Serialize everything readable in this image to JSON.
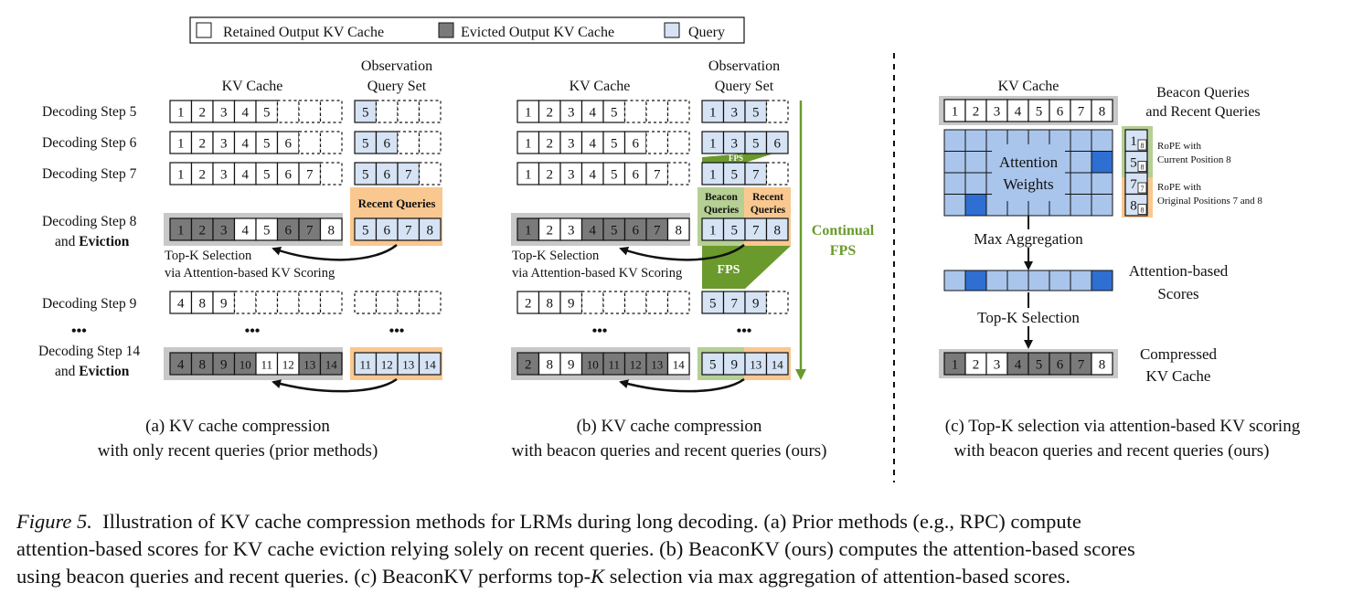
{
  "legend": {
    "retained": "Retained Output KV Cache",
    "evicted": "Evicted Output KV Cache",
    "query": "Query"
  },
  "colors": {
    "retained": "#ffffff",
    "evicted": "#7a7a7a",
    "query": "#d6e3f4",
    "highlight_gray": "#c8c8c8",
    "recent_orange": "#f9c890",
    "beacon_green": "#b5cf94",
    "fps_green": "#6a9a2c",
    "attn_light": "#a9c5ec",
    "attn_dark": "#2f6fd1"
  },
  "headers": {
    "kv_cache": "KV Cache",
    "obs_line1": "Observation",
    "obs_line2": "Query Set"
  },
  "steps": {
    "s5": "Decoding Step 5",
    "s6": "Decoding Step 6",
    "s7": "Decoding Step 7",
    "s8_l1": "Decoding Step 8",
    "s8_l2_pre": "and ",
    "s8_l2_bold": "Eviction",
    "s9": "Decoding Step 9",
    "s14_l1": "Decoding Step 14",
    "s14_l2_pre": "and ",
    "s14_l2_bold": "Eviction",
    "dots": "•••"
  },
  "labels": {
    "recent_queries": "Recent Queries",
    "beacon_l1": "Beacon",
    "beacon_l2": "Queries",
    "recent_l1": "Recent",
    "recent_l2": "Queries",
    "topk_l1": "Top-K Selection",
    "topk_l2": "via Attention-based KV Scoring",
    "fps": "FPS",
    "continual_l1": "Continual",
    "continual_l2": "FPS"
  },
  "panel_a": {
    "caption_l1": "(a) KV cache compression",
    "caption_l2": "with only recent queries (prior methods)",
    "rows": [
      {
        "kv": [
          "1",
          "2",
          "3",
          "4",
          "5",
          "",
          "",
          ""
        ],
        "kv_state": "rrrrrrrr",
        "q": [
          "5",
          "",
          "",
          ""
        ],
        "q_filled": 1
      },
      {
        "kv": [
          "1",
          "2",
          "3",
          "4",
          "5",
          "6",
          "",
          ""
        ],
        "kv_state": "rrrrrrrr",
        "q": [
          "5",
          "6",
          "",
          ""
        ],
        "q_filled": 2
      },
      {
        "kv": [
          "1",
          "2",
          "3",
          "4",
          "5",
          "6",
          "7",
          ""
        ],
        "kv_state": "rrrrrrrr",
        "q": [
          "5",
          "6",
          "7",
          ""
        ],
        "q_filled": 3
      },
      {
        "kv": [
          "1",
          "2",
          "3",
          "4",
          "5",
          "6",
          "7",
          "8"
        ],
        "kv_state": "eeerreer",
        "q": [
          "5",
          "6",
          "7",
          "8"
        ],
        "q_filled": 4
      },
      {
        "kv": [
          "4",
          "8",
          "9",
          "",
          "",
          "",
          "",
          ""
        ],
        "kv_state": "rrrrrrrr",
        "q": [
          "",
          "",
          "",
          ""
        ],
        "q_filled": 0
      },
      {
        "kv": [
          "4",
          "8",
          "9",
          "10",
          "11",
          "12",
          "13",
          "14"
        ],
        "kv_state": "eeeerree",
        "q": [
          "11",
          "12",
          "13",
          "14"
        ],
        "q_filled": 4
      }
    ]
  },
  "panel_b": {
    "caption_l1": "(b) KV cache compression",
    "caption_l2": "with beacon queries and recent queries (ours)",
    "rows": [
      {
        "kv": [
          "1",
          "2",
          "3",
          "4",
          "5",
          "",
          "",
          ""
        ],
        "kv_state": "rrrrrrrr",
        "q": [
          "1",
          "3",
          "5",
          ""
        ],
        "q_filled": 3
      },
      {
        "kv": [
          "1",
          "2",
          "3",
          "4",
          "5",
          "6",
          "",
          ""
        ],
        "kv_state": "rrrrrrrr",
        "q": [
          "1",
          "3",
          "5",
          "6"
        ],
        "q_filled": 4
      },
      {
        "kv": [
          "1",
          "2",
          "3",
          "4",
          "5",
          "6",
          "7",
          ""
        ],
        "kv_state": "rrrrrrrr",
        "q": [
          "1",
          "5",
          "7",
          ""
        ],
        "q_filled": 3
      },
      {
        "kv": [
          "1",
          "2",
          "3",
          "4",
          "5",
          "6",
          "7",
          "8"
        ],
        "kv_state": "erreeeer",
        "q": [
          "1",
          "5",
          "7",
          "8"
        ],
        "q_filled": 4
      },
      {
        "kv": [
          "2",
          "8",
          "9",
          "",
          "",
          "",
          "",
          ""
        ],
        "kv_state": "rrrrrrrr",
        "q": [
          "5",
          "7",
          "9",
          ""
        ],
        "q_filled": 3
      },
      {
        "kv": [
          "2",
          "8",
          "9",
          "10",
          "11",
          "12",
          "13",
          "14"
        ],
        "kv_state": "erreeeer",
        "q": [
          "5",
          "9",
          "13",
          "14"
        ],
        "q_filled": 4
      }
    ]
  },
  "panel_c": {
    "caption_l1": "(c) Top-K selection via attention-based KV scoring",
    "caption_l2": "with beacon queries and recent queries (ours)",
    "kv_cache": [
      "1",
      "2",
      "3",
      "4",
      "5",
      "6",
      "7",
      "8"
    ],
    "compressed": [
      "1",
      "2",
      "3",
      "4",
      "5",
      "6",
      "7",
      "8"
    ],
    "compressed_state": "erreeeer",
    "queries": [
      "1",
      "5",
      "7",
      "8"
    ],
    "query_subs": [
      "8",
      "8",
      "7",
      "8"
    ],
    "attention_weights_l1": "Attention",
    "attention_weights_l2": "Weights",
    "max_aggregation": "Max Aggregation",
    "scores_l1": "Attention-based",
    "scores_l2": "Scores",
    "topk": "Top-K Selection",
    "compressed_l1": "Compressed",
    "compressed_l2": "KV Cache",
    "bq_l1": "Beacon Queries",
    "bq_l2": "and Recent Queries",
    "rope1_l1": "RoPE with",
    "rope1_l2": "Current Position 8",
    "rope2_l1": "RoPE with",
    "rope2_l2": "Original Positions 7 and 8"
  },
  "caption": {
    "figure_label": "Figure 5.",
    "line1": "Illustration of KV cache compression methods for LRMs during long decoding.  (a) Prior methods (e.g., RPC) compute",
    "line2": "attention-based scores for KV cache eviction relying solely on recent queries. (b) BeaconKV (ours) computes the attention-based scores",
    "line3_pre": "using beacon queries and recent queries. (c) BeaconKV performs top-",
    "line3_k": "K",
    "line3_post": " selection via max aggregation of attention-based scores."
  }
}
